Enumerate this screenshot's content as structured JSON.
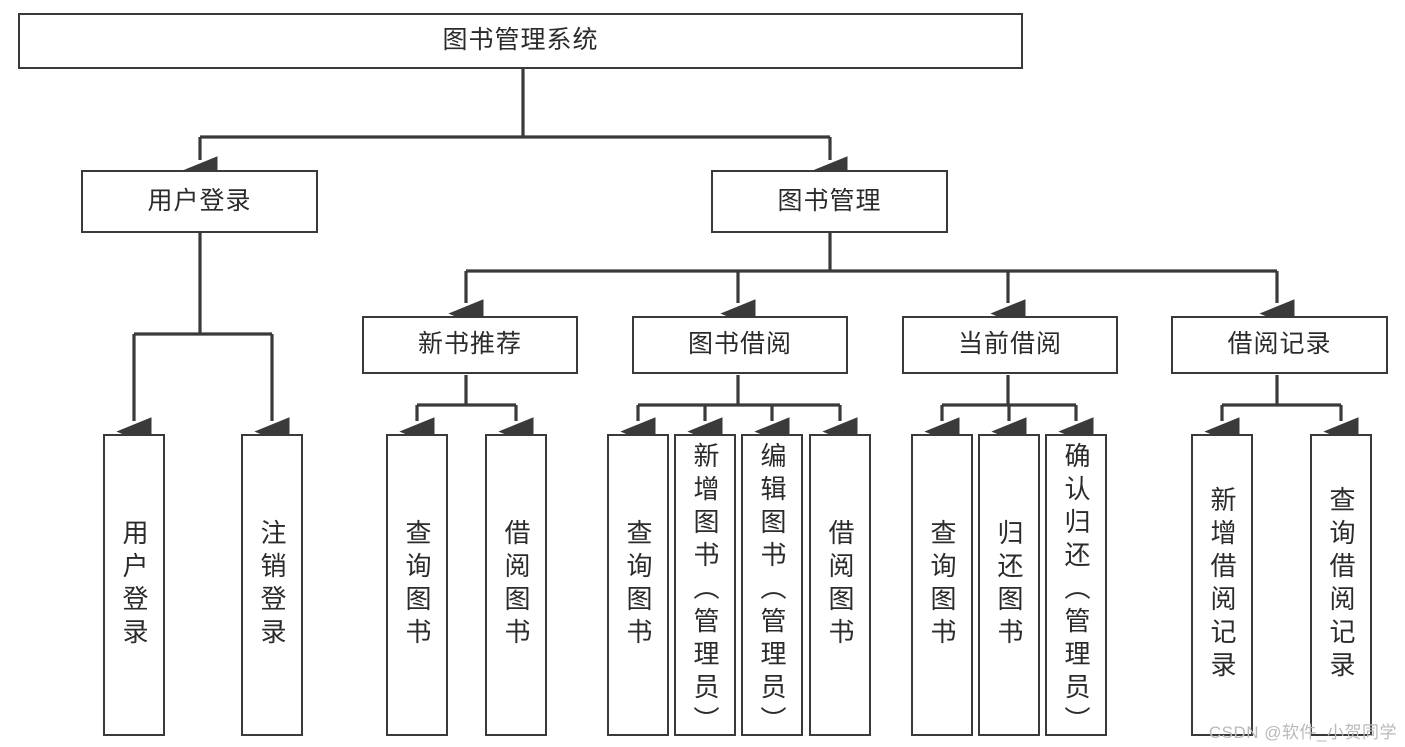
{
  "diagram": {
    "title": "图书管理系统",
    "type": "tree-hierarchy-chart",
    "orientation": "top-down",
    "colors": {
      "node_border": "#3a3a3a",
      "node_fill": "#ffffff",
      "connector": "#3a3a3a",
      "text": "#2b2b2b",
      "watermark": "#b9b9b9",
      "background": "#ffffff"
    }
  },
  "root": {
    "label": "图书管理系统"
  },
  "level2": [
    {
      "id": "user-login",
      "label": "用户登录"
    },
    {
      "id": "book-management",
      "label": "图书管理"
    }
  ],
  "level3": [
    {
      "id": "new-book-recommend",
      "label": "新书推荐"
    },
    {
      "id": "book-borrow",
      "label": "图书借阅"
    },
    {
      "id": "current-borrow",
      "label": "当前借阅"
    },
    {
      "id": "borrow-record",
      "label": "借阅记录"
    }
  ],
  "leaves": {
    "user_login": [
      {
        "id": "leaf-user-login",
        "label": "用户登录"
      },
      {
        "id": "leaf-logout-login",
        "label": "注销登录"
      }
    ],
    "new_book_recommend": [
      {
        "id": "leaf-query-book-1",
        "label": "查询图书"
      },
      {
        "id": "leaf-borrow-book-1",
        "label": "借阅图书"
      }
    ],
    "book_borrow": [
      {
        "id": "leaf-query-book-2",
        "label": "查询图书"
      },
      {
        "id": "leaf-add-book-admin",
        "label": "新增图书（管理员）"
      },
      {
        "id": "leaf-edit-book-admin",
        "label": "编辑图书（管理员）"
      },
      {
        "id": "leaf-borrow-book-2",
        "label": "借阅图书"
      }
    ],
    "current_borrow": [
      {
        "id": "leaf-query-book-3",
        "label": "查询图书"
      },
      {
        "id": "leaf-return-book",
        "label": "归还图书"
      },
      {
        "id": "leaf-confirm-return-admin",
        "label": "确认归还（管理员）"
      }
    ],
    "borrow_record": [
      {
        "id": "leaf-add-borrow-record",
        "label": "新增借阅记录"
      },
      {
        "id": "leaf-query-borrow-record",
        "label": "查询借阅记录"
      }
    ]
  },
  "watermark": {
    "text": "CSDN @软件_小贺同学"
  }
}
